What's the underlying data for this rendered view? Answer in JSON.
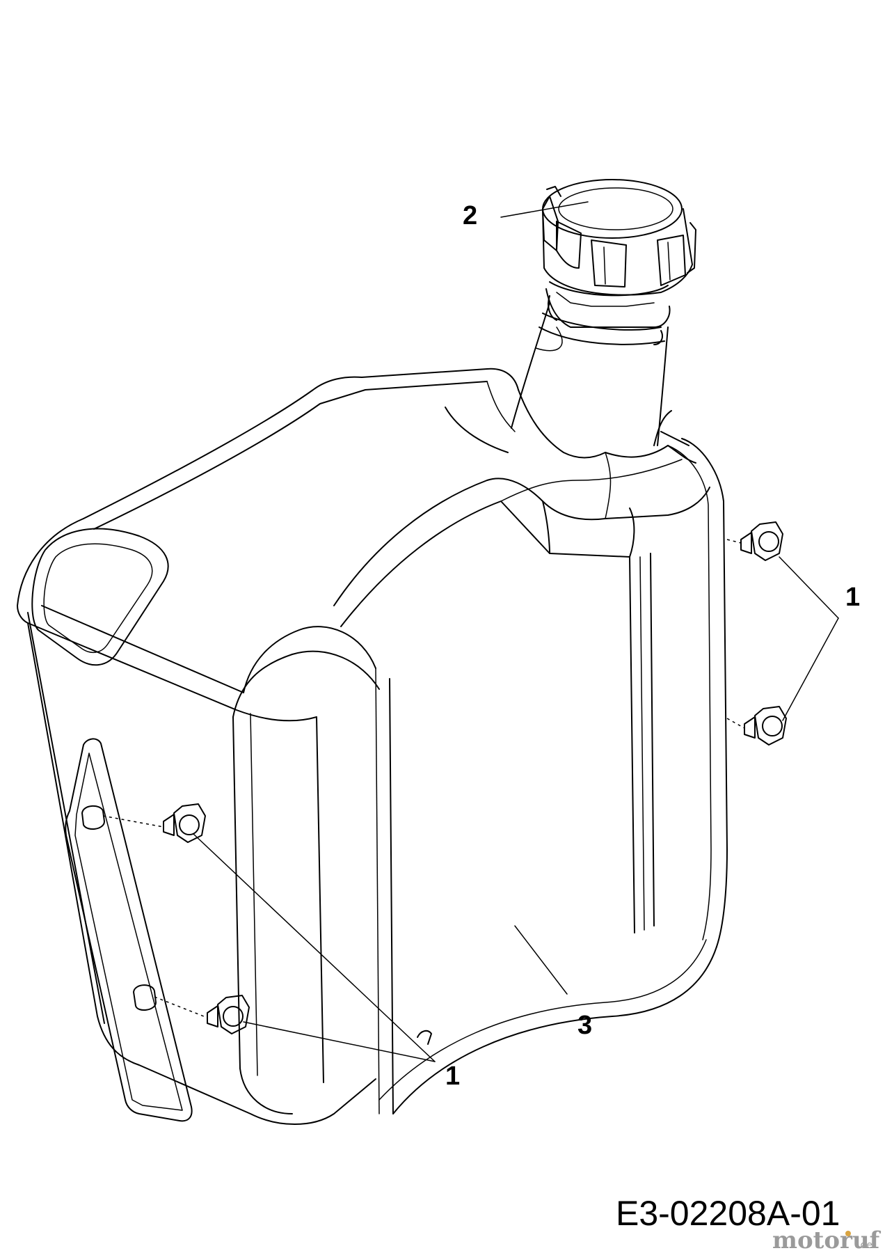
{
  "callouts": {
    "bolt_right": "1",
    "bolt_left": "1",
    "fuel_cap": "2",
    "fuel_tank": "3"
  },
  "drawing_number": "E3-02208A-01",
  "watermark": {
    "main": "motoruf",
    "suffix": ".de"
  },
  "colors": {
    "line": "#000000",
    "background": "#ffffff",
    "watermark_text": "#9a9a9a",
    "watermark_accent": "#d9a441"
  }
}
